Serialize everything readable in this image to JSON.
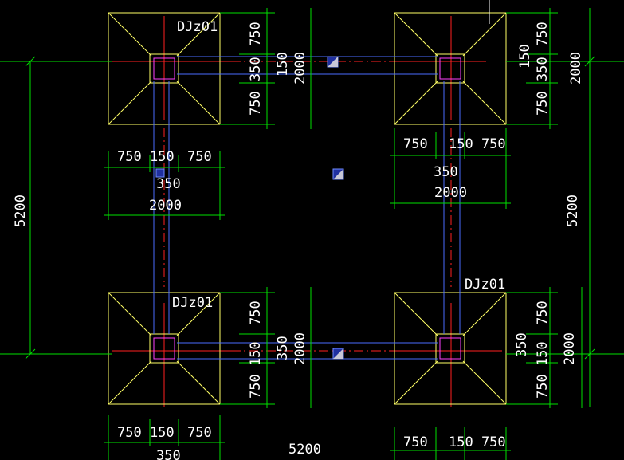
{
  "footing_label": "DJz01",
  "dims": {
    "d750": "750",
    "d150": "150",
    "d350": "350",
    "d2000": "2000",
    "d5200": "5200",
    "d750_150": "750 150",
    "d150_750": "150 750"
  },
  "colors": {
    "background": "#000000",
    "dimension_lines": "#00e000",
    "footing_outline": "#ffff66",
    "axis_lines": "#ff2020",
    "beams": "#4a6cff",
    "columns": "#ff40ff",
    "text": "#ffffff"
  }
}
